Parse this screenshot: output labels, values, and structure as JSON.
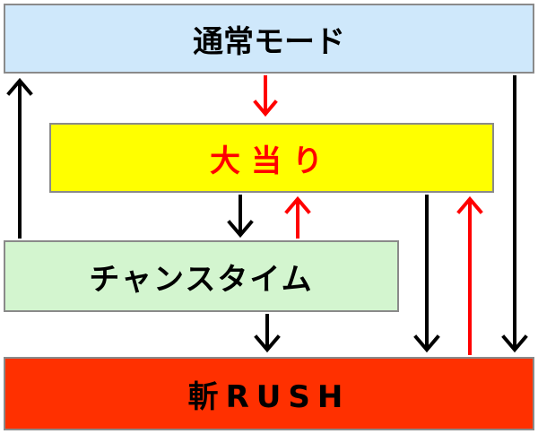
{
  "nodes": {
    "normal_mode": {
      "label": "通常モード",
      "fill": "#cfe8fb"
    },
    "jackpot": {
      "label": "大当り",
      "fill": "#ffff00",
      "text_color": "#ff0000"
    },
    "chance_time": {
      "label": "チャンスタイム",
      "fill": "#d3f5cf"
    },
    "rush": {
      "label": "斬RUSH",
      "fill": "#ff3000"
    }
  },
  "edges": [
    {
      "from": "normal_mode",
      "to": "jackpot",
      "color": "#ff0000"
    },
    {
      "from": "jackpot",
      "to": "chance_time",
      "color": "#000000"
    },
    {
      "from": "chance_time",
      "to": "jackpot",
      "color": "#ff0000"
    },
    {
      "from": "chance_time",
      "to": "normal_mode",
      "color": "#000000"
    },
    {
      "from": "chance_time",
      "to": "rush",
      "color": "#000000"
    },
    {
      "from": "jackpot",
      "to": "rush",
      "color": "#000000"
    },
    {
      "from": "rush",
      "to": "jackpot",
      "color": "#ff0000"
    },
    {
      "from": "normal_mode",
      "to": "rush",
      "color": "#000000"
    }
  ]
}
